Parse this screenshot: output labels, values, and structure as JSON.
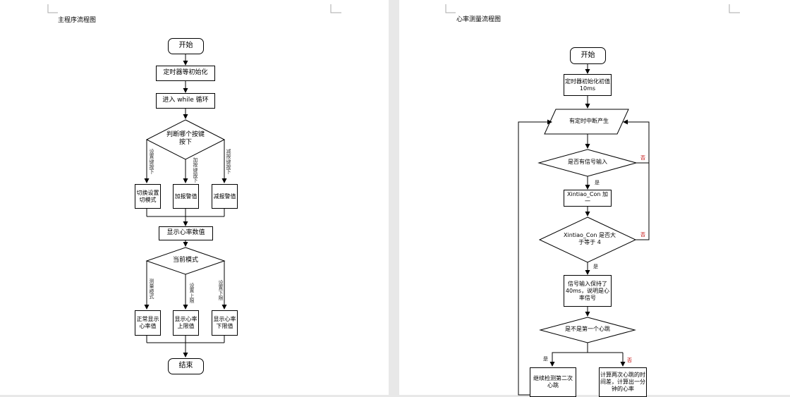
{
  "left": {
    "title": "主程序流程图",
    "start": "开始",
    "init": "定时器等初始化",
    "loop": "进入 while 循环",
    "decision": "判断哪个按键按下",
    "branch_labels": [
      "设置键按下",
      "加按键按下",
      "减按键按下"
    ],
    "actions": [
      "切换设置切模式",
      "加报警值",
      "减报警值"
    ],
    "display": "显示心率数值",
    "mode": "当前模式",
    "mode_labels": [
      "测量模式",
      "设置上限",
      "设置下限"
    ],
    "mode_actions": [
      "正常显示心率值",
      "显示心率上限值",
      "显示心率下限值"
    ],
    "end": "结束"
  },
  "right": {
    "title": "心率测量流程图",
    "start": "开始",
    "init": "定时器初始化初值10ms",
    "interrupt": "有定时中断产生",
    "signal": "是否有信号输入",
    "inc": "Xintiao_Con 加一",
    "cmp": "Xintiao_Con 是否大于等于 4",
    "keep": "信号输入保持了40ms，说明是心率信号",
    "first": "是不是第一个心跳",
    "wait": "继续检测第二次心跳",
    "calc": "计算两次心跳的时间差，计算出一分钟的心率",
    "yes": "是",
    "no": "否"
  }
}
